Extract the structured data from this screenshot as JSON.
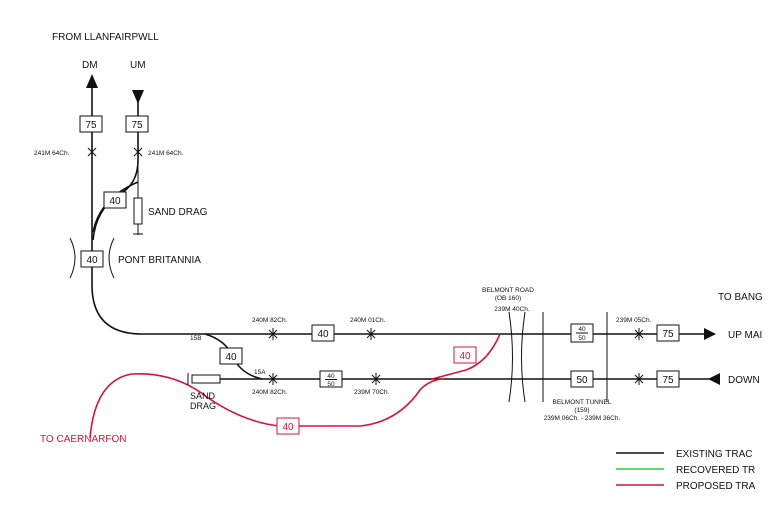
{
  "labels": {
    "from_top": "FROM LLANFAIRPWLL",
    "dm": "DM",
    "um": "UM",
    "sand_drag_upper": "SAND DRAG",
    "pont_britannia": "PONT BRITANNIA",
    "sand_drag_lower_1": "SAND",
    "sand_drag_lower_2": "DRAG",
    "to_caernarfon": "TO CAERNARFON",
    "to_bangor": "TO BANG",
    "up_main": "UP MAI",
    "down_main": "DOWN",
    "belmont_road_1": "BELMONT ROAD",
    "belmont_road_2": "(OB 160)",
    "belmont_road_3": "239M 40Ch.",
    "belmont_tunnel_1": "BELMONT TUNNEL",
    "belmont_tunnel_2": "(159)",
    "belmont_tunnel_3": "239M 06Ch. - 239M 36Ch."
  },
  "mileages": {
    "m241_64_left": "241M 64Ch.",
    "m241_64_right": "241M 64Ch.",
    "m240_82_up": "240M 82Ch.",
    "m240_01": "240M 01Ch.",
    "m240_82_down": "240M 82Ch.",
    "m239_70": "239M 70Ch.",
    "m239_05": "239M 05Ch."
  },
  "points": {
    "p15b": "15B",
    "p15a": "15A"
  },
  "speeds": {
    "dm_top": "75",
    "um_top": "75",
    "junction_40": "40",
    "pont_40": "40",
    "up_40": "40",
    "crossover_40": "40",
    "down_40_top": "40",
    "down_40_bottom": "50",
    "red_40_upper": "40",
    "red_40_lower": "40",
    "up_tunnel_top": "40",
    "up_tunnel_bottom": "50",
    "down_tunnel_50": "50",
    "up_75": "75",
    "down_75": "75"
  },
  "legend": {
    "existing": "EXISTING TRAC",
    "recovered": "RECOVERED TR",
    "proposed": "PROPOSED TRA",
    "colors": {
      "existing": "#111111",
      "recovered": "#2ecc40",
      "proposed": "#d4143a"
    }
  }
}
